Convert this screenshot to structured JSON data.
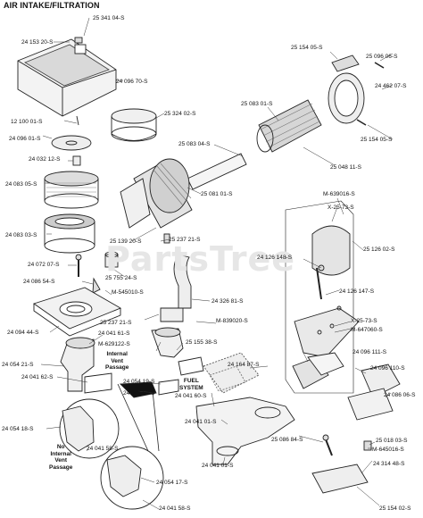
{
  "title": "AIR INTAKE/FILTRATION",
  "watermark": "PartsTree",
  "notes": {
    "internal_vent": "Internal\nVent\nPassage",
    "no_internal_vent": "No\nInternal\nVent\nPassage",
    "fuel_system": "FUEL\nSYSTEM"
  },
  "labels": [
    "25 341 04-S",
    "24 153 20-S",
    "24 096 70-S",
    "12 100 01-S",
    "25 324 02-S",
    "24 096 01-S",
    "24 032 12-S",
    "24 083 05-S",
    "24 083 03-S",
    "24 072 07-S",
    "24 086 54-S",
    "24 094 44-S",
    "25 154 05-S",
    "25 096 06-S",
    "24 462 07-S",
    "25 083 01-S",
    "25 154 05-S",
    "25 083 04-S",
    "25 048 11-S",
    "25 081 01-S",
    "25 139 20-S",
    "25 237 21-S",
    "M-639016-S",
    "X-25-73-S",
    "25 126 02-S",
    "24 126 148-S",
    "25 755 24-S",
    "M-545010-S",
    "24 326 81-S",
    "24 126 147-S",
    "25 237 21-S",
    "M-839020-S",
    "24 041 61-S",
    "M-629122-S",
    "25 155 38-S",
    "X-25-73-S",
    "M-647060-S",
    "24 054 21-S",
    "24 041 62-S",
    "24 054 19-S",
    "24 041 62-S",
    "24 164 87-S",
    "24 096 111-S",
    "24 096 110-S",
    "24 086 06-S",
    "24 054 18-S",
    "24 041 58-S",
    "24 041 60-S",
    "24 041 01-S",
    "24 041 01-S",
    "25 086 84-S",
    "25 018 03-S",
    "M-645016-S",
    "24 314 48-S",
    "24 054 17-S",
    "24 041 58-S",
    "25 154 02-S"
  ]
}
